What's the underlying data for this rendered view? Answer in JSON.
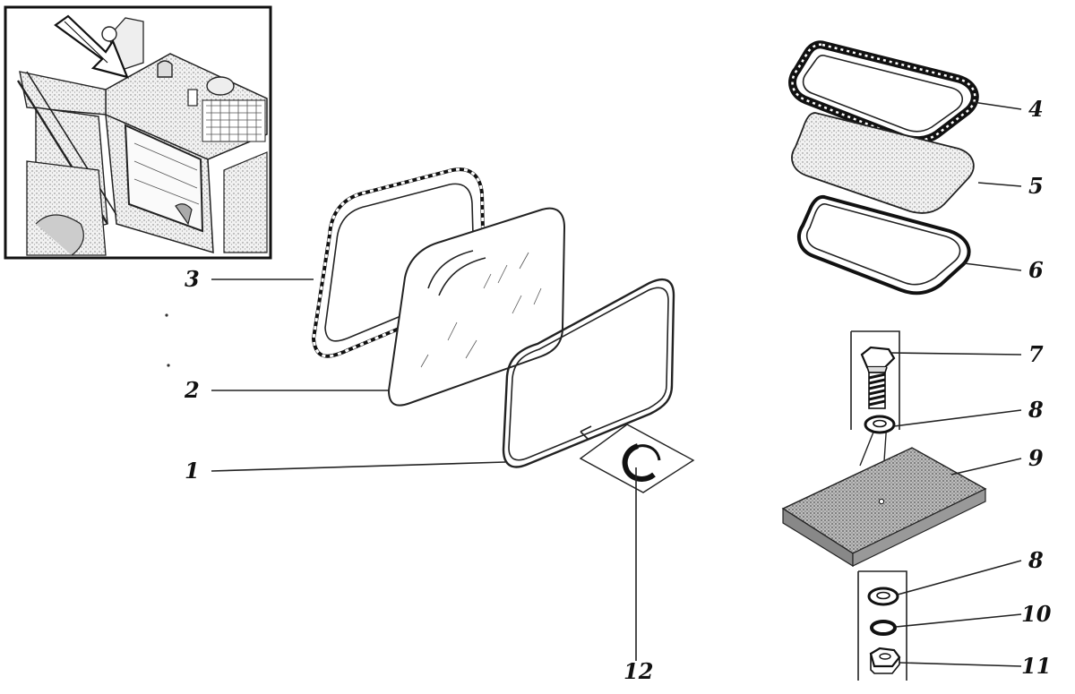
{
  "callouts": {
    "n1": "1",
    "n2": "2",
    "n3": "3",
    "n4": "4",
    "n5": "5",
    "n6": "6",
    "n7": "7",
    "n8a": "8",
    "n9": "9",
    "n8b": "8",
    "n10": "10",
    "n11": "11",
    "n12": "12"
  },
  "colors": {
    "ink": "#111111",
    "paper": "#ffffff"
  }
}
